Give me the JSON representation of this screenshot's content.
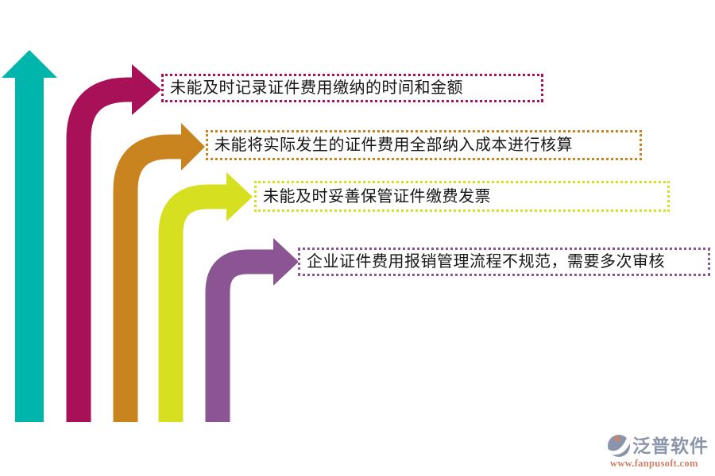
{
  "colors": {
    "teal": "#00b6ac",
    "magenta": "#a81158",
    "orange": "#c98420",
    "yellow_green": "#d7df21",
    "purple": "#8b5594",
    "box_text": "#161616",
    "logo_gray_blue": "#8b95aa",
    "logo_salmon": "#d0806a",
    "background": "#ffffff"
  },
  "items": [
    {
      "label": "未能及时记录证件费用缴纳的时间和金额",
      "color": "magenta"
    },
    {
      "label": "未能将实际发生的证件费用全部纳入成本进行核算",
      "color": "orange"
    },
    {
      "label": "未能及时妥善保管证件缴费发票",
      "color": "yellow_green"
    },
    {
      "label": "企业证件费用报销管理流程不规范，需要多次审核",
      "color": "purple"
    }
  ],
  "logo": {
    "name": "泛普软件",
    "url": "www.fanpusoft.com"
  }
}
